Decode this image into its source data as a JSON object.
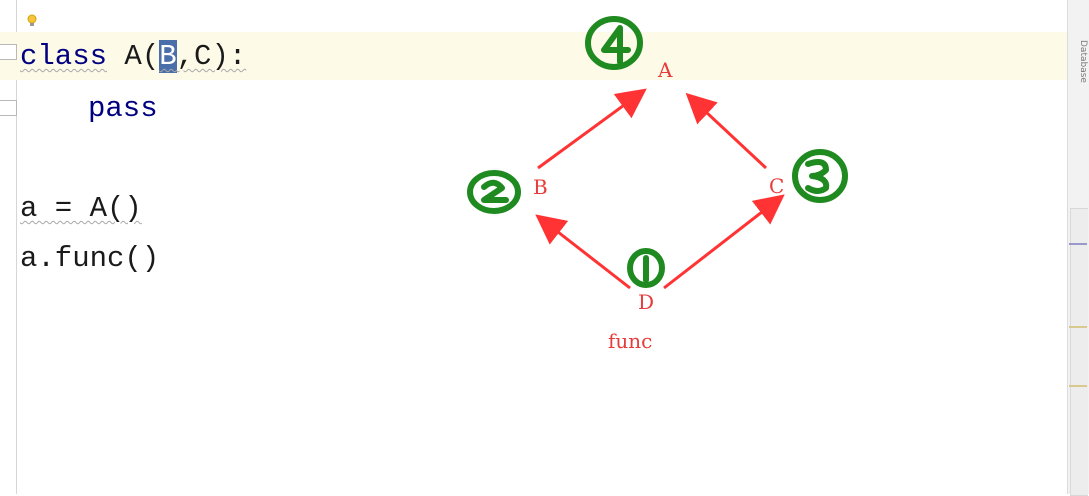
{
  "editor": {
    "line1": {
      "keyword": "class",
      "name": " A(",
      "selected": "B",
      "rest": ",C):"
    },
    "line2": {
      "keyword": "pass"
    },
    "line4": "a = A()",
    "line5": "a.func()"
  },
  "diagram": {
    "nodes": {
      "A": "A",
      "B": "B",
      "C": "C",
      "D": "D"
    },
    "method_label": "func",
    "order_marks": [
      "1",
      "2",
      "3",
      "4"
    ]
  },
  "sidebar": {
    "tab_label": "Database"
  },
  "colors": {
    "arrow": "#ff3333",
    "label": "#e83b3b",
    "marker": "#1f8a1f",
    "current_line": "#fdfae8",
    "selection": "#4a6ea9"
  },
  "icons": [
    "lightbulb-icon",
    "fold-marker-icon"
  ]
}
